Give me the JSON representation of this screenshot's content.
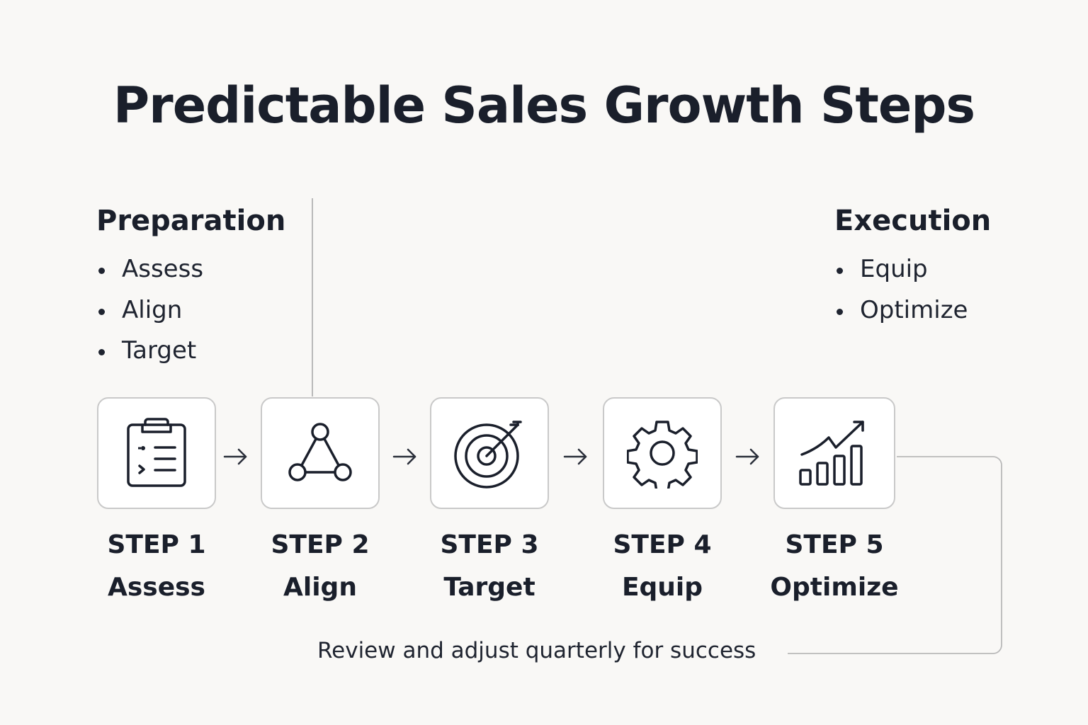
{
  "title": "Predictable Sales Growth Steps",
  "groups": {
    "preparation": {
      "title": "Preparation",
      "items": [
        "Assess",
        "Align",
        "Target"
      ]
    },
    "execution": {
      "title": "Execution",
      "items": [
        "Equip",
        "Optimize"
      ]
    }
  },
  "steps": [
    {
      "number": "STEP 1",
      "name": "Assess",
      "icon": "clipboard-icon"
    },
    {
      "number": "STEP 2",
      "name": "Align",
      "icon": "triangle-network-icon"
    },
    {
      "number": "STEP 3",
      "name": "Target",
      "icon": "target-icon"
    },
    {
      "number": "STEP 4",
      "name": "Equip",
      "icon": "gear-icon"
    },
    {
      "number": "STEP 5",
      "name": "Optimize",
      "icon": "growth-chart-icon"
    }
  ],
  "footer": "Review and adjust quarterly for success",
  "colors": {
    "background": "#f9f8f6",
    "text": "#1a1f2b",
    "box_border": "#c9c9c9",
    "line": "#b9b9b9"
  }
}
